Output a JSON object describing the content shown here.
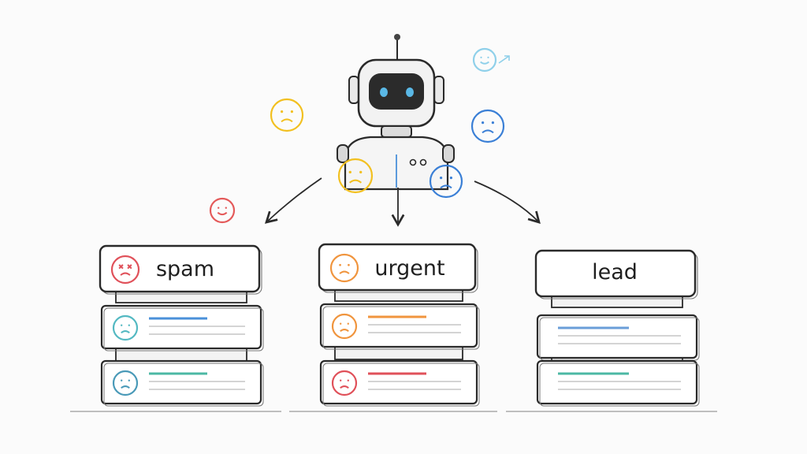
{
  "stacks": [
    {
      "label": "spam",
      "label_icon": "dizzy-face-icon",
      "icon_colors": [
        "#e0515a",
        "#54b9c2",
        "#4a9ab8"
      ],
      "line_colors": [
        "#4a90d9",
        "#4cb8a4"
      ]
    },
    {
      "label": "urgent",
      "label_icon": "frown-face-icon",
      "icon_colors": [
        "#f0953e",
        "#f0953e",
        "#e0515a"
      ],
      "line_colors": [
        "#f0953e",
        "#e0515a"
      ]
    },
    {
      "label": "lead",
      "label_icon": "",
      "icon_colors": [],
      "line_colors": [
        "#6a9ed8",
        "#4cb8a4"
      ]
    }
  ],
  "robot": {
    "icon": "robot-icon",
    "eye_color": "#5ab8e6"
  },
  "floating_emojis": [
    {
      "icon": "sad-face-icon",
      "color": "#f2c020"
    },
    {
      "icon": "sad-face-icon",
      "color": "#f2c020"
    },
    {
      "icon": "smile-face-icon",
      "color": "#e45a5a"
    },
    {
      "icon": "smile-face-icon",
      "color": "#8fd0ea"
    },
    {
      "icon": "sad-face-icon",
      "color": "#3a7fd6"
    },
    {
      "icon": "sad-face-icon",
      "color": "#3a7fd6"
    }
  ],
  "colors": {
    "ink": "#2a2a2a",
    "card_fill": "#ffffff",
    "shelf_fill": "#f3f3f3"
  }
}
